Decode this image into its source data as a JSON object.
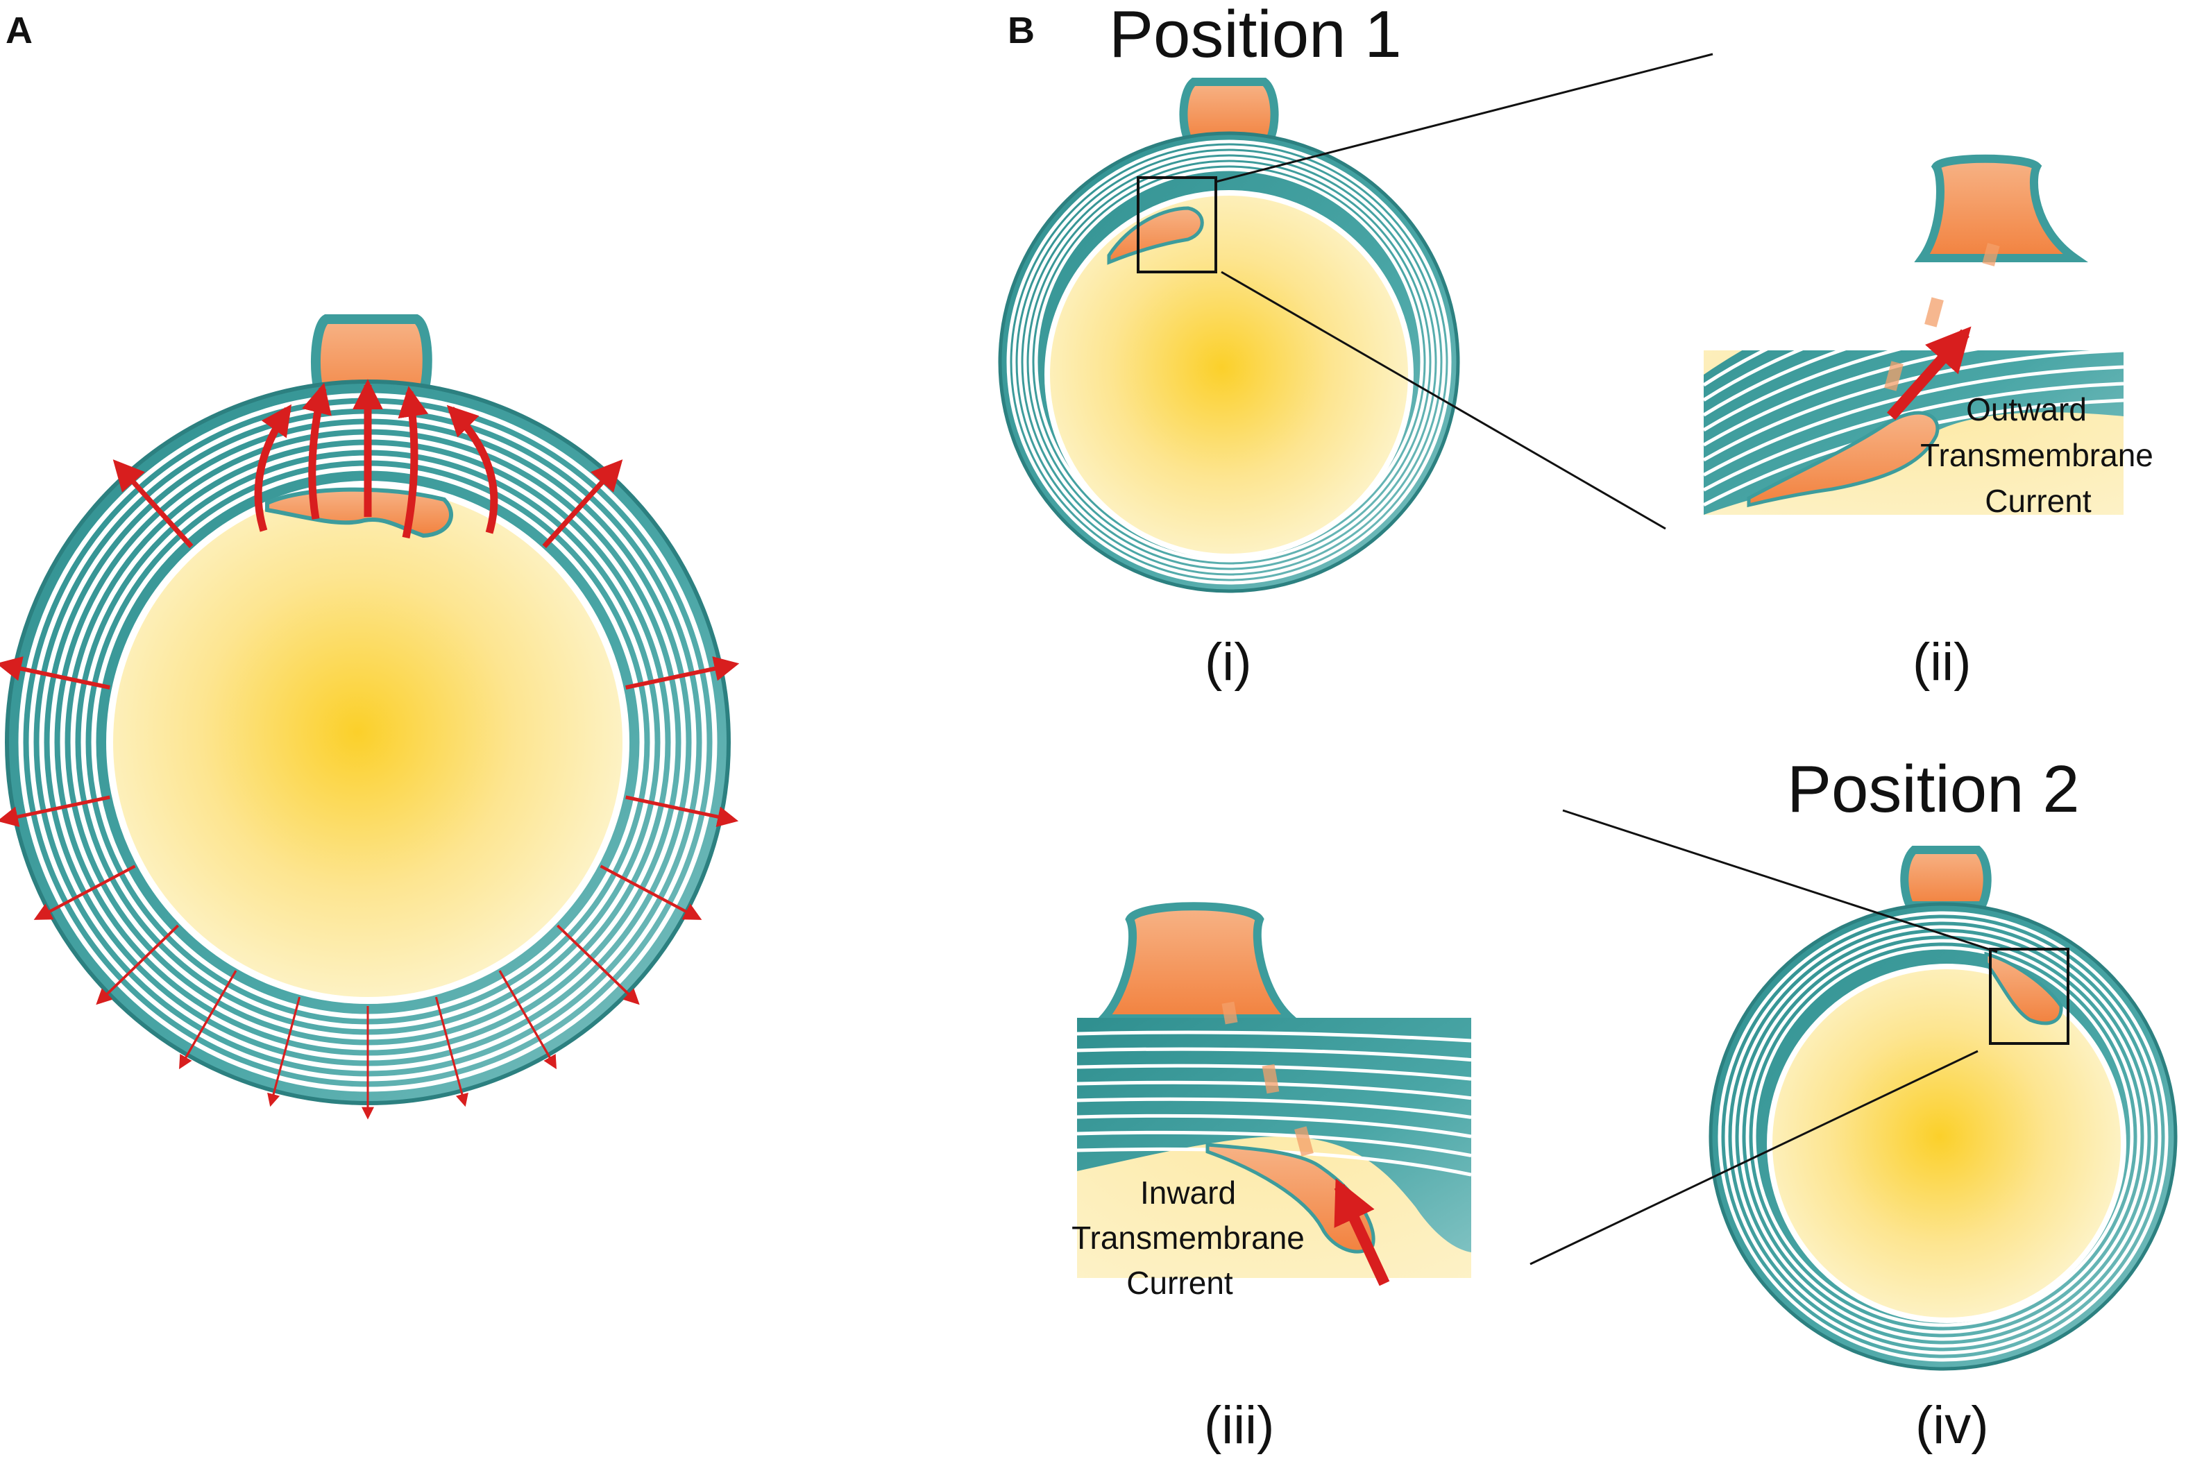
{
  "panels": {
    "a": {
      "letter": "A"
    },
    "b": {
      "letter": "B"
    }
  },
  "positions": {
    "position_1": "Position 1",
    "position_2": "Position 2"
  },
  "sublabels": {
    "i": "(i)",
    "ii": "(ii)",
    "iii": "(iii)",
    "iv": "(iv)"
  },
  "currents": {
    "outward": {
      "line1": "Outward",
      "line2": "Transmembrane",
      "line3": "Current"
    },
    "inward": {
      "line1": "Inward",
      "line2": "Transmembrane",
      "line3": "Current"
    }
  },
  "colors": {
    "myelin": "#3d9c9c",
    "myelin_light": "#8fcaca",
    "myelin_dark": "#1f7676",
    "lamella_gap": "#ffffff",
    "axon_core": "#fbd43a",
    "axon_edge": "#fdf3c4",
    "cytoplasm": "#f59a5c",
    "cytoplasm_light": "#f8b48a",
    "current_arrow": "#d81e1e",
    "zoom_line": "#111111"
  }
}
